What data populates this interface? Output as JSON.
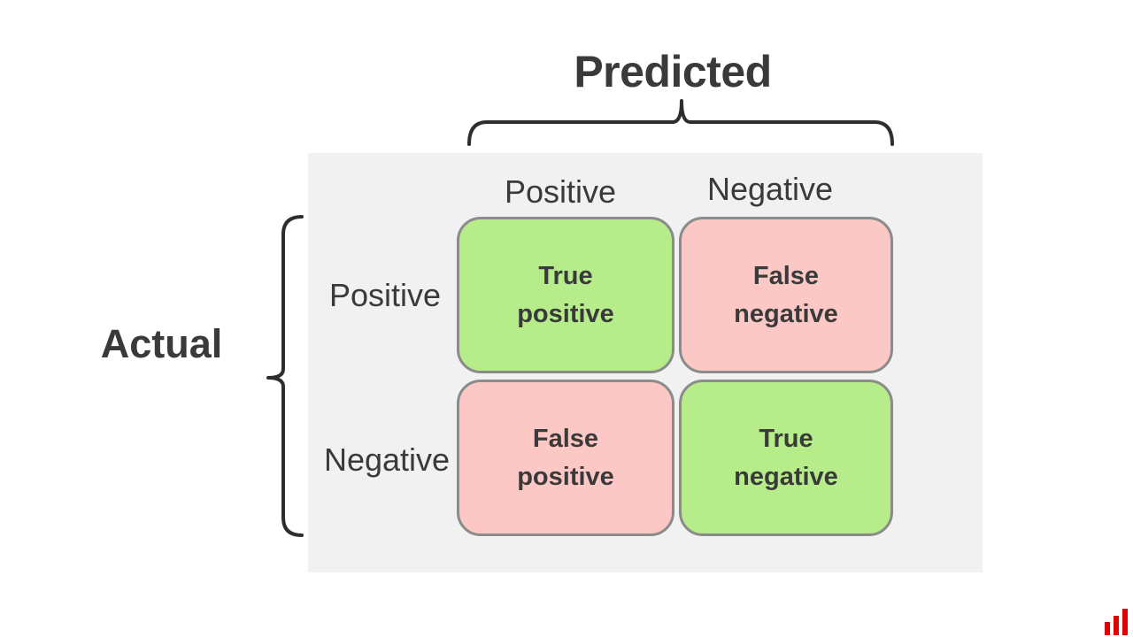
{
  "titles": {
    "predicted": "Predicted",
    "actual": "Actual"
  },
  "matrix": {
    "column_headers": [
      "Positive",
      "Negative"
    ],
    "row_headers": [
      "Positive",
      "Negative"
    ],
    "cells": [
      {
        "id": "true-positive",
        "text": "True\npositive",
        "type": "true"
      },
      {
        "id": "false-negative",
        "text": "False\nnegative",
        "type": "false"
      },
      {
        "id": "false-positive",
        "text": "False\npositive",
        "type": "false"
      },
      {
        "id": "true-negative",
        "text": "True\nnegative",
        "type": "true"
      }
    ]
  },
  "colors": {
    "true_cell": "#b6ec89",
    "false_cell": "#fcc8c5",
    "cell_border": "#8b8b8b",
    "panel_background": "#f1f1f2",
    "text": "#3a3a3a",
    "brace": "#2e2e2e",
    "logo_red": "#e10000"
  },
  "logo": {
    "description": "red ascending bar chart logo",
    "bar_count": 3
  }
}
